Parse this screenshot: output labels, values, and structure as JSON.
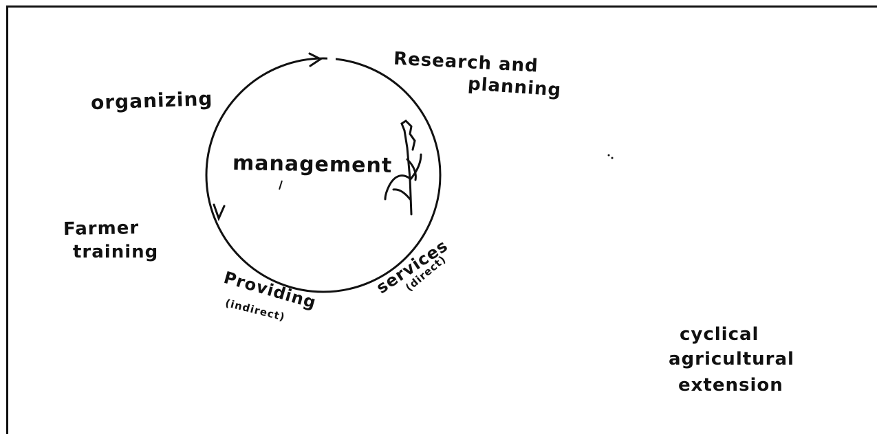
{
  "diagram": {
    "labels": {
      "research": "Research and",
      "planning": "planning",
      "organizing": "organizing",
      "farmer": "Farmer",
      "training": "training",
      "management": "management",
      "providing": "Providing",
      "indirect": "(indirect)",
      "services": "services",
      "direct": "(direct)",
      "cyclical": "cyclical",
      "agricultural": "agricultural",
      "extension": "extension"
    },
    "icons": {
      "plant": "plant-sprout-icon",
      "arrow_top": "arrow-right-icon",
      "arrow_left": "arrow-down-icon"
    },
    "colors": {
      "ink": "#111111",
      "paper": "#ffffff"
    }
  }
}
